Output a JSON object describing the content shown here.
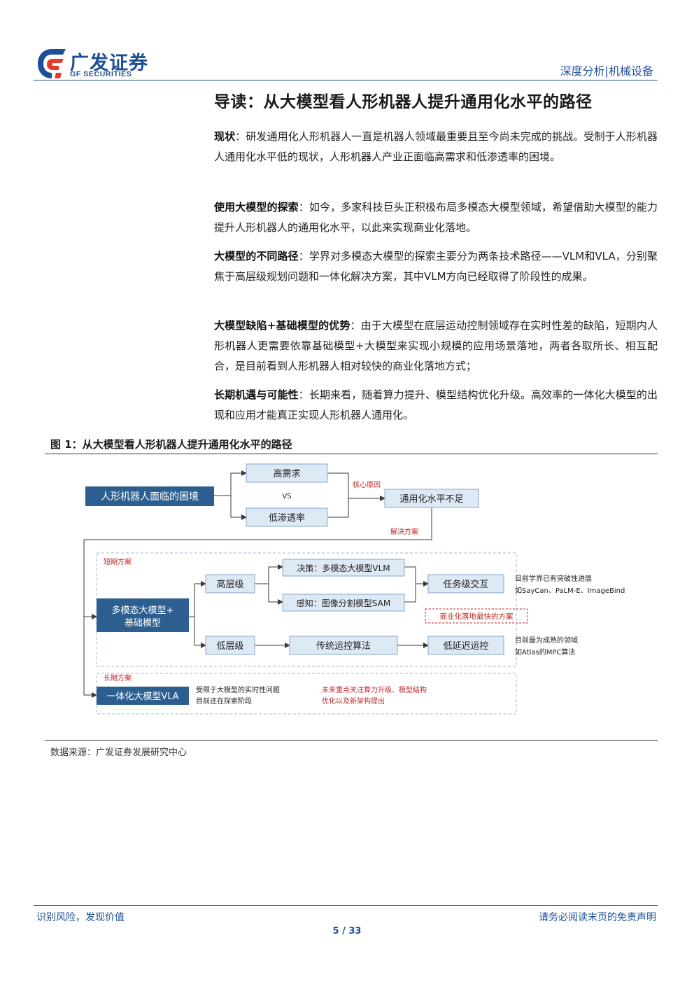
{
  "header": {
    "logo_cn": "广发证券",
    "logo_en": "GF SECURITIES",
    "report_type": "深度分析|机械设备"
  },
  "title": "导读：从大模型看人形机器人提升通用化水平的路径",
  "paragraphs": [
    {
      "label": "现状",
      "sep": "：",
      "text": "研发通用化人形机器人一直是机器人领域最重要且至今尚未完成的挑战。受制于人形机器人通用化水平低的现状，人形机器人产业正面临高需求和低渗透率的困境。"
    },
    {
      "label": "使用大模型的探索",
      "sep": "：",
      "text": "如今，多家科技巨头正积极布局多模态大模型领域，希望借助大模型的能力提升人形机器人的通用化水平，以此来实现商业化落地。"
    },
    {
      "label": "大模型的不同路径",
      "sep": "：",
      "text": "学界对多模态大模型的探索主要分为两条技术路径——VLM和VLA，分别聚焦于高层级规划问题和一体化解决方案，其中VLM方向已经取得了阶段性的成果。"
    },
    {
      "label": "大模型缺陷+基础模型的优势",
      "sep": "：",
      "text": "由于大模型在底层运动控制领域存在实时性差的缺陷，短期内人形机器人更需要依靠基础模型+大模型来实现小规模的应用场景落地，两者各取所长、相互配合，是目前看到人形机器人相对较快的商业化落地方式；"
    },
    {
      "label": "长期机遇与可能性",
      "sep": "：",
      "text": "长期来看，随着算力提升、模型结构优化升级。高效率的一体化大模型的出现和应用才能真正实现人形机器人通用化。"
    }
  ],
  "figure": {
    "title": "图 1：从大模型看人形机器人提升通用化水平的路径",
    "source": "数据来源：广发证券发展研究中心",
    "boxes": {
      "dilemma": "人形机器人面临的困境",
      "high_demand": "高需求",
      "vs": "VS",
      "low_penetration": "低渗透率",
      "core_reason": "核心原因",
      "low_generality": "通用化水平不足",
      "solution": "解决方案",
      "short_term": "短期方案",
      "multimodal_line1": "多模态大模型+",
      "multimodal_line2": "基础模型",
      "high_level": "高层级",
      "decision": "决策：多模态大模型VLM",
      "perception": "感知：图像分割模型SAM",
      "task_interaction": "任务级交互",
      "vlm_note_line1": "目前学界已有突破性进展",
      "vlm_note_line2": "如SayCan、PaLM-E、ImageBind",
      "commercial": "商业化落地最快的方案",
      "low_level": "低层级",
      "traditional_control": "传统运控算法",
      "low_latency": "低延迟运控",
      "mpc_note_line1": "目前最为成熟的领域",
      "mpc_note_line2": "如Atlas的MPC算法",
      "long_term": "长期方案",
      "vla": "一体化大模型VLA",
      "vla_note_line1": "受限于大模型的实时性问题",
      "vla_note_line2": "目前还在探索阶段",
      "future_line1": "未来重点关注算力升级、模型结构",
      "future_line2": "优化以及新架构提出"
    }
  },
  "footer": {
    "left": "识别风险，发现价值",
    "right": "请务必阅读末页的免责声明",
    "page": "5 / 33"
  },
  "colors": {
    "brand_blue": "#1c4f97",
    "box_dark": "#2c5f8f",
    "box_light": "#dde9f4",
    "red_note": "#c0282b"
  }
}
